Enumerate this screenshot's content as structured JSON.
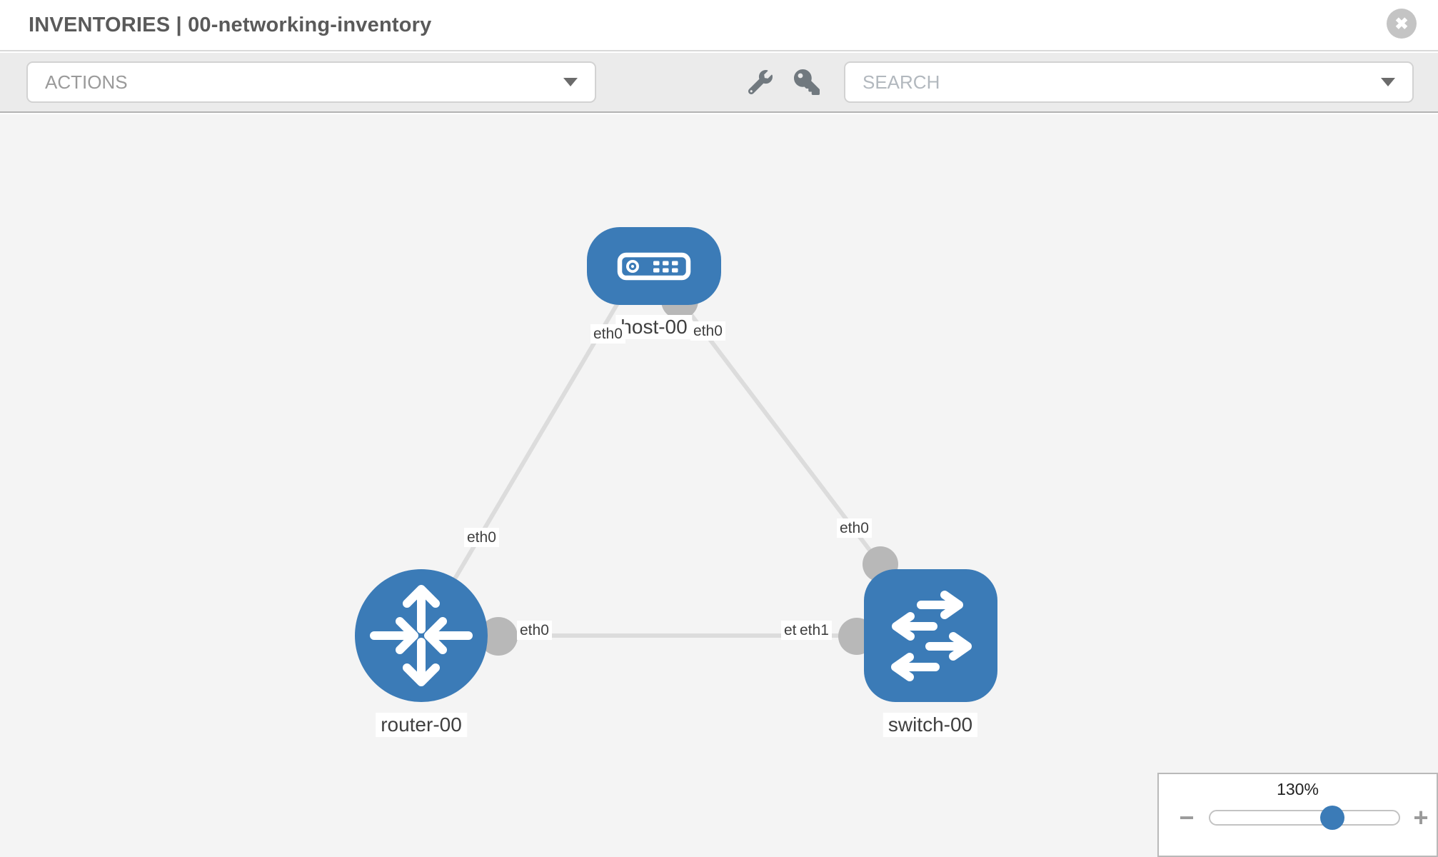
{
  "header": {
    "title": "INVENTORIES | 00-networking-inventory",
    "close_glyph": "✖",
    "close_icon_name": "close-circle-icon"
  },
  "toolbar": {
    "actions_label": "ACTIONS",
    "search_placeholder": "SEARCH",
    "wrench_icon_name": "wrench-icon",
    "key_icon_name": "key-icon"
  },
  "topology": {
    "nodes": [
      {
        "id": "host-00",
        "label": "host-00",
        "type": "host",
        "icon": "server-icon"
      },
      {
        "id": "router-00",
        "label": "router-00",
        "type": "router",
        "icon": "router-arrows-icon"
      },
      {
        "id": "switch-00",
        "label": "switch-00",
        "type": "switch",
        "icon": "switch-arrows-icon"
      }
    ],
    "links": [
      {
        "source": "router-00",
        "target": "host-00",
        "source_interface": "eth0",
        "target_interface": "eth0"
      },
      {
        "source": "host-00",
        "target": "switch-00",
        "source_interface": "eth0",
        "target_interface": "eth0"
      },
      {
        "source": "router-00",
        "target": "switch-00",
        "source_interface": "eth0",
        "target_interface": "eth1"
      }
    ],
    "interface_labels": [
      "eth0",
      "eth0",
      "eth0",
      "eth0",
      "eth0",
      "eth0",
      "eth1"
    ]
  },
  "zoom_control": {
    "value": "130%",
    "minus_glyph": "−",
    "plus_glyph": "+"
  },
  "colors": {
    "node_blue": "#3b7bb7",
    "link_gray": "#dcdcdc",
    "interface_gray": "#b8b8b8",
    "canvas_bg": "#f4f4f4",
    "toolbar_bg": "#ebebeb"
  }
}
